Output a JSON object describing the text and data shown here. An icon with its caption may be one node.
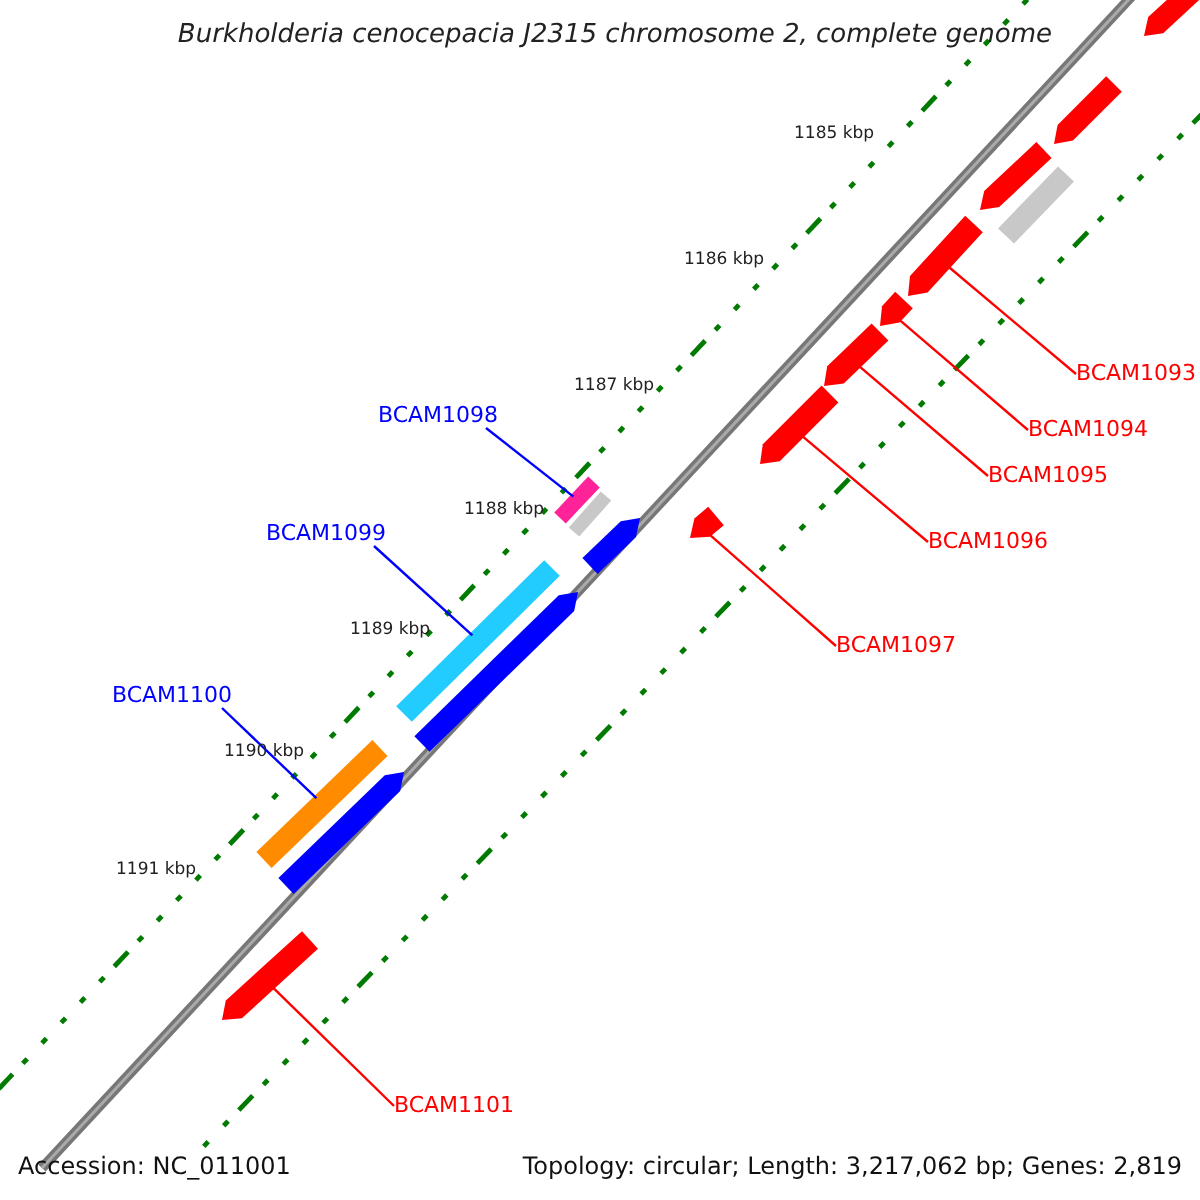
{
  "diagram": {
    "title": "Burkholderia cenocepacia J2315 chromosome 2, complete genome",
    "nodes": [
      {
        "text": [
          "BCAM1093"
        ]
      },
      {
        "text": [
          "BCAM1094"
        ]
      },
      {
        "text": [
          "BCAM1095"
        ]
      },
      {
        "text": [
          "BCAM1096"
        ]
      },
      {
        "text": [
          "BCAM1097"
        ]
      },
      {
        "text": [
          "BCAM1098"
        ]
      },
      {
        "text": [
          "BCAM1099"
        ]
      },
      {
        "text": [
          "BCAM1100"
        ]
      },
      {
        "text": [
          "BCAM1101"
        ]
      },
      {
        "text": [],
        "shape": "bar"
      },
      {
        "text": [],
        "shape": "bar"
      },
      {
        "text": [],
        "shape": "bar"
      },
      {
        "text": [],
        "shape": "bar"
      },
      {
        "text": [],
        "shape": "bar"
      },
      {
        "text": [],
        "shape": "bar"
      },
      {
        "text": [],
        "shape": "bar"
      },
      {
        "text": [],
        "shape": "bar"
      },
      {
        "text": [],
        "shape": "bar"
      },
      {
        "text": [],
        "shape": "bar"
      },
      {
        "text": [],
        "shape": "bar"
      },
      {
        "text": [],
        "shape": "bar"
      },
      {
        "text": [],
        "shape": "bar"
      },
      {
        "text": [],
        "shape": "bar"
      },
      {
        "text": [],
        "shape": "bar"
      },
      {
        "text": [],
        "shape": "bar"
      },
      {
        "text": [],
        "shape": "bar"
      }
    ],
    "edges": [
      {
        "from": 0,
        "to": 13,
        "arrow": "none"
      },
      {
        "from": 1,
        "to": 14,
        "arrow": "none"
      },
      {
        "from": 2,
        "to": 15,
        "arrow": "none"
      },
      {
        "from": 3,
        "to": 16,
        "arrow": "none"
      },
      {
        "from": 4,
        "to": 19,
        "arrow": "none"
      },
      {
        "from": 5,
        "to": 17,
        "arrow": "none",
        "color": "#0000ff"
      },
      {
        "from": 6,
        "to": 21,
        "arrow": "none",
        "color": "#0000ff"
      },
      {
        "from": 7,
        "to": 23,
        "arrow": "none",
        "color": "#0000ff"
      },
      {
        "from": 8,
        "to": 25,
        "arrow": "none"
      }
    ],
    "labels": [
      "1185 kbp",
      "1186 kbp",
      "1187 kbp",
      "1188 kbp",
      "1189 kbp",
      "1190 kbp",
      "1191 kbp",
      "Accession: NC_011001",
      "Topology: circular; Length: 3,217,062 bp; Genes: 2,819"
    ]
  }
}
